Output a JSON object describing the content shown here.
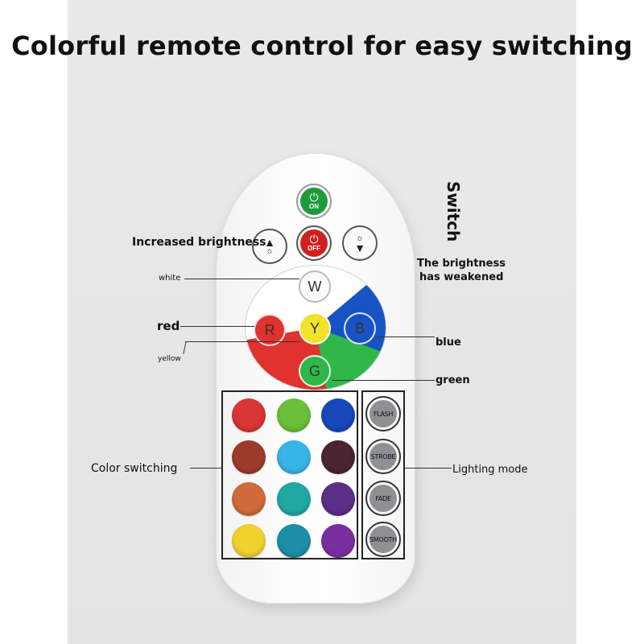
{
  "headline": "Colorful remote control for easy switching",
  "remote": {
    "power_on": {
      "icon": "power-icon",
      "label": "ON",
      "color": "#1e9a3a"
    },
    "power_off": {
      "icon": "power-icon",
      "label": "OFF",
      "color": "#d0201e"
    },
    "brightness_up": {
      "icon": "sun-up-icon"
    },
    "brightness_down": {
      "icon": "sun-down-icon"
    },
    "wheel_keys": {
      "white": "W",
      "red": "R",
      "yellow": "Y",
      "blue": "B",
      "green": "G"
    },
    "color_keys": [
      "#d93535",
      "#6abf3a",
      "#1747b8",
      "#9c3b2c",
      "#39b4e6",
      "#4a2430",
      "#d06a3a",
      "#1fa8a4",
      "#5b2f86",
      "#f0d12e",
      "#1c8fa6",
      "#7b2ea0"
    ],
    "mode_keys": [
      "FLASH",
      "STROBE",
      "FADE",
      "SMOOTH"
    ]
  },
  "callouts": {
    "switch": "Switch",
    "increased_brightness": "Increased brightness",
    "brightness_weakened_line1": "The brightness",
    "brightness_weakened_line2": "has weakened",
    "white": "white",
    "red": "red",
    "yellow": "yellow",
    "blue": "blue",
    "green": "green",
    "color_switching": "Color switching",
    "lighting_mode": "Lighting mode"
  }
}
